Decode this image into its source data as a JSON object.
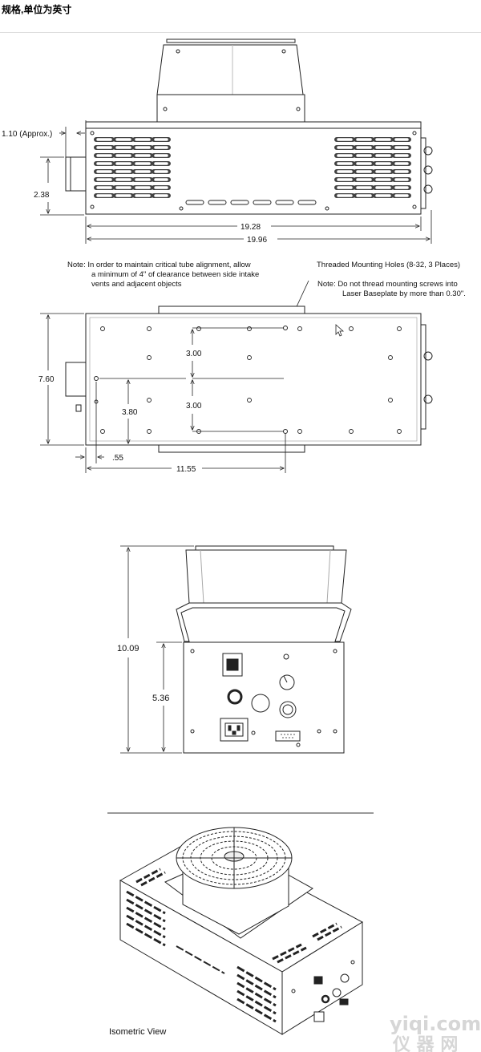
{
  "page": {
    "title": "规格,单位为英寸"
  },
  "top_view": {
    "dim_offset": "1.10 (Approx.)",
    "dim_height": "2.38",
    "dim_body_length": "19.28",
    "dim_total_length": "19.96"
  },
  "notes": {
    "clearance_line1": "Note:  In order to maintain critical tube alignment, allow",
    "clearance_line2": "a minimum of 4\" of clearance between side intake",
    "clearance_line3": "vents and adjacent objects",
    "holes_title": "Threaded Mounting Holes (8-32, 3 Places)",
    "holes_line1": "Note:  Do not thread mounting screws into",
    "holes_line2": "Laser Baseplate by more than 0.30\"."
  },
  "plan_view": {
    "dim_depth": "7.60",
    "dim_hole_spacing_1": "3.00",
    "dim_hole_spacing_2": "3.00",
    "dim_hole_offset_y": "3.80",
    "dim_hole_offset_x": ".55",
    "dim_hole_distance": "11.55"
  },
  "end_view": {
    "dim_total_height": "10.09",
    "dim_body_height": "5.36"
  },
  "iso_view": {
    "label": "Isometric View"
  },
  "watermark": {
    "line1": "yiqi.com",
    "line2": "仪 器 网"
  },
  "colors": {
    "line": "#222222",
    "watermark": "#d6d6d6"
  }
}
